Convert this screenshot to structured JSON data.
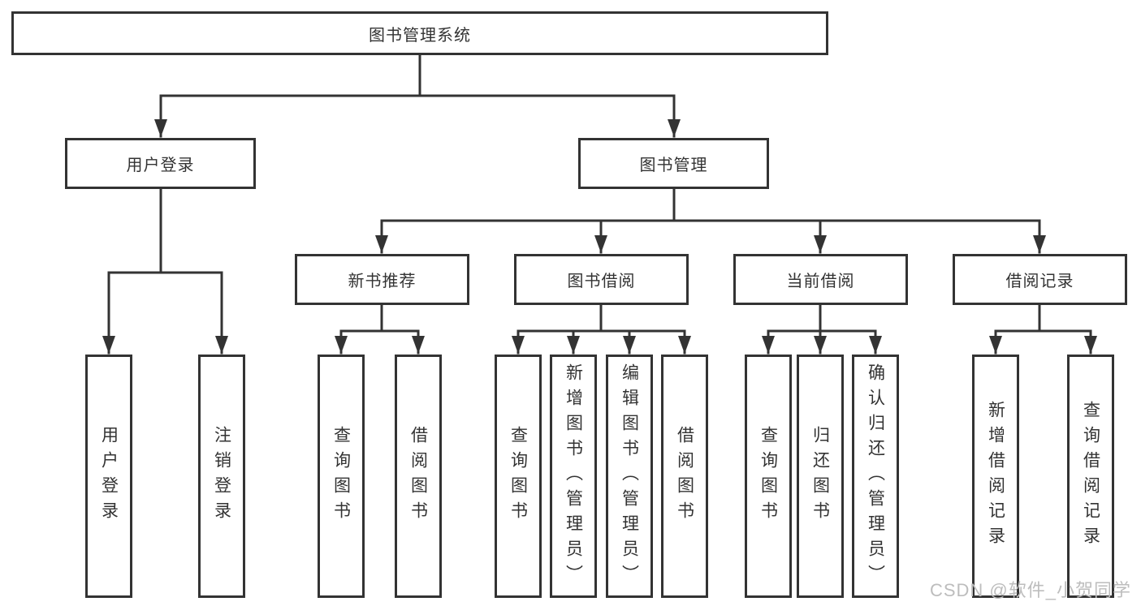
{
  "diagram": {
    "root": {
      "label": "图书管理系统"
    },
    "level1": [
      {
        "label": "用户登录"
      },
      {
        "label": "图书管理"
      }
    ],
    "level2": [
      {
        "label": "新书推荐"
      },
      {
        "label": "图书借阅"
      },
      {
        "label": "当前借阅"
      },
      {
        "label": "借阅记录"
      }
    ],
    "leaves": {
      "user": [
        "用户登录",
        "注销登录"
      ],
      "recommend": [
        "查询图书",
        "借阅图书"
      ],
      "borrow": [
        "查询图书",
        "新增图书（管理员）",
        "编辑图书（管理员）",
        "借阅图书"
      ],
      "current": [
        "查询图书",
        "归还图书",
        "确认归还（管理员）"
      ],
      "records": [
        "新增借阅记录",
        "查询借阅记录"
      ]
    }
  },
  "watermark": "CSDN @软件_小贺同学",
  "colors": {
    "line": "#333333",
    "text": "#333333",
    "watermark": "#bdbdbd",
    "background": "#ffffff"
  }
}
